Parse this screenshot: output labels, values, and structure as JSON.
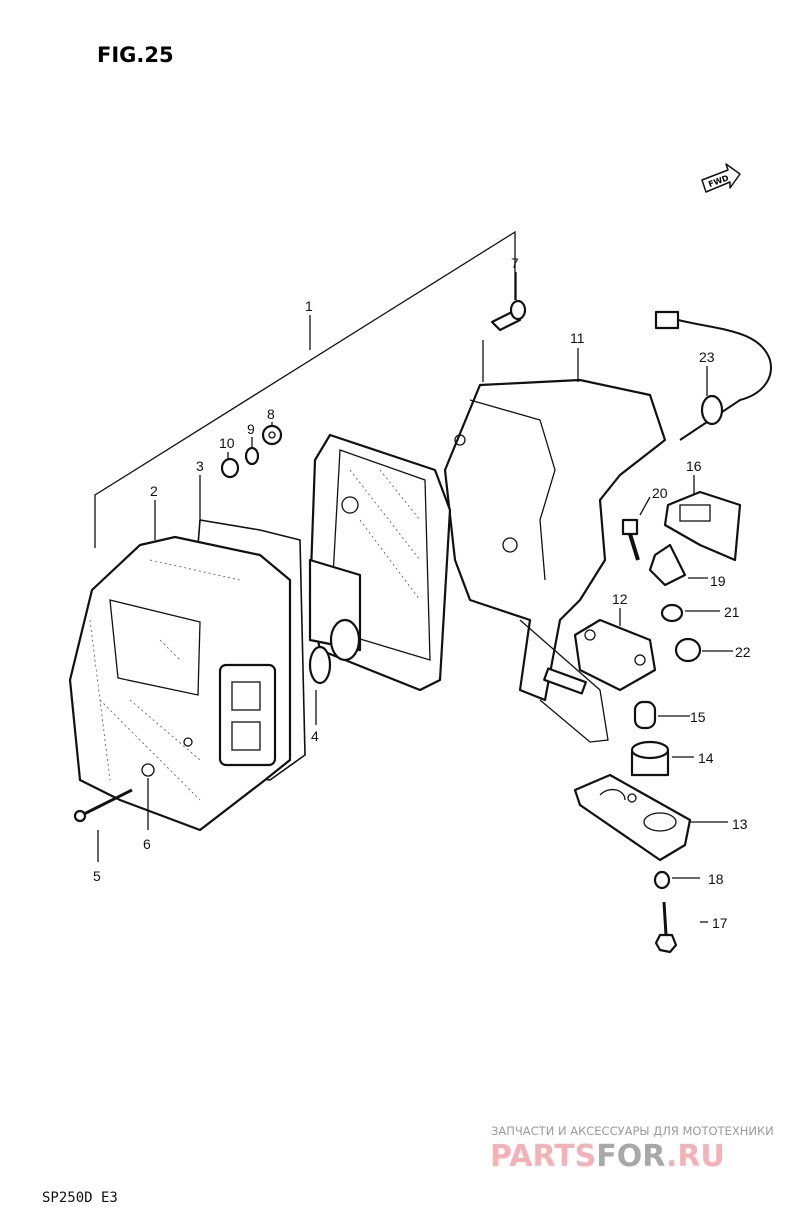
{
  "figure": {
    "title": "FIG.25",
    "model": "SP250D  E3",
    "forward_marker": "FWD"
  },
  "callouts": [
    "1",
    "2",
    "3",
    "4",
    "5",
    "6",
    "7",
    "8",
    "9",
    "10",
    "11",
    "12",
    "13",
    "14",
    "15",
    "16",
    "17",
    "18",
    "19",
    "20",
    "21",
    "22",
    "23"
  ],
  "watermark": {
    "tagline": "ЗАПЧАСТИ И АКСЕССУАРЫ ДЛЯ МОТОТЕХНИКИ",
    "brand_part1": "PARTS",
    "brand_part2": "FOR",
    "brand_part3": ".RU",
    "colors": {
      "pink": "#f4b2b6",
      "gray": "#a8a8a8"
    }
  }
}
